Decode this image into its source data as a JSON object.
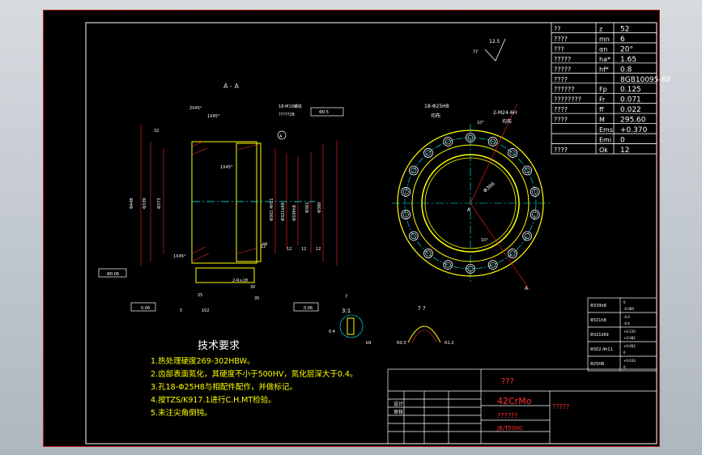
{
  "section_label": "A - A",
  "roughness_top": {
    "q": "??",
    "val": "12.5"
  },
  "params": [
    {
      "name": "??",
      "sym": "z",
      "val": "52"
    },
    {
      "name": "????",
      "sym": "mn",
      "val": "6"
    },
    {
      "name": "???",
      "sym": "αn",
      "val": "20°"
    },
    {
      "name": "?????",
      "sym": "ha*",
      "val": "1.65"
    },
    {
      "name": "?????",
      "sym": "hf*",
      "val": "0.8"
    },
    {
      "name": "????",
      "sym": "",
      "val": "8GB10095-88"
    },
    {
      "name": "??????",
      "sym": "Fp",
      "val": "0.125"
    },
    {
      "name": "????????",
      "sym": "Fr",
      "val": "0.071"
    },
    {
      "name": "????",
      "sym": "ff",
      "val": "0.022"
    },
    {
      "name": "????",
      "sym": "M",
      "val": "295.60"
    },
    {
      "name": "",
      "sym": "Ems",
      "val": "+0.370"
    },
    {
      "name": "",
      "sym": "Emi",
      "val": "0"
    },
    {
      "name": "????",
      "sym": "Ok",
      "val": "12"
    }
  ],
  "tolerance_table": [
    {
      "dia": "Φ339h8",
      "up": "0",
      "low": "-0.089"
    },
    {
      "dia": "Φ321h8",
      "up": "-0.4",
      "low": "-0.4"
    },
    {
      "dia": "Φ321k69",
      "up": "+0.120",
      "low": "+0.082"
    },
    {
      "dia": "Φ302.4h11",
      "up": "+0.062",
      "low": "0"
    },
    {
      "dia": "Φ25H8",
      "up": "+0.033",
      "low": "0"
    }
  ],
  "tech_title": "技术要求",
  "tech_items": [
    "1.热处理硬度269-302HBW。",
    "2.齿部表面氮化，其硬度不小于500HV，氮化层深大于0.4。",
    "3.孔18-Φ25H8与相配件配作，并做标记。",
    "4.按TZS/K917.1进行C.H.MT检验。",
    "5.未注尖角倒钝。"
  ],
  "title_block": {
    "part_name": "???",
    "material": "42CrMo",
    "sub": "??????",
    "std": "JB/T5000",
    "company": "?????",
    "design": "设计",
    "check": "审核"
  },
  "detail_label": "? ?",
  "detail_scale": "3:1",
  "hole_label": "18-Φ25H8",
  "hole_sub": "均布",
  "thread_label": "2-M24-6H",
  "thread_sub": "均布",
  "dims": {
    "d1": "Φ448",
    "d2": "Φ339",
    "d3": "Φ373",
    "d4": "Φ302.4H11",
    "d5": "Φ321k69",
    "d6": "Φ339h8",
    "d7": "Φ361",
    "d8": "Φ380",
    "ch1": "2X45°",
    "ch2": "1X45°",
    "ch3": "1X45°",
    "ch4": "1X45°",
    "h1": "18-M10螺纹",
    "h2": "?????28",
    "tol1": "Φ0.5",
    "datumA": "A",
    "w1": "12",
    "w2": "12",
    "w3": "12",
    "w4": "12",
    "d": "32",
    "l1": "25",
    "l2": "102",
    "l3": "5",
    "l4": "30",
    "l5": "35",
    "l6": "2-R≥18",
    "cc": "Φ0.06",
    "ang1": "10°",
    "ang2": "10°",
    "pcd": "Φ396",
    "runout": "0.06",
    "r1": "R0.3",
    "r2": "R1.2",
    "b": "b9",
    "dot": "0.4"
  }
}
